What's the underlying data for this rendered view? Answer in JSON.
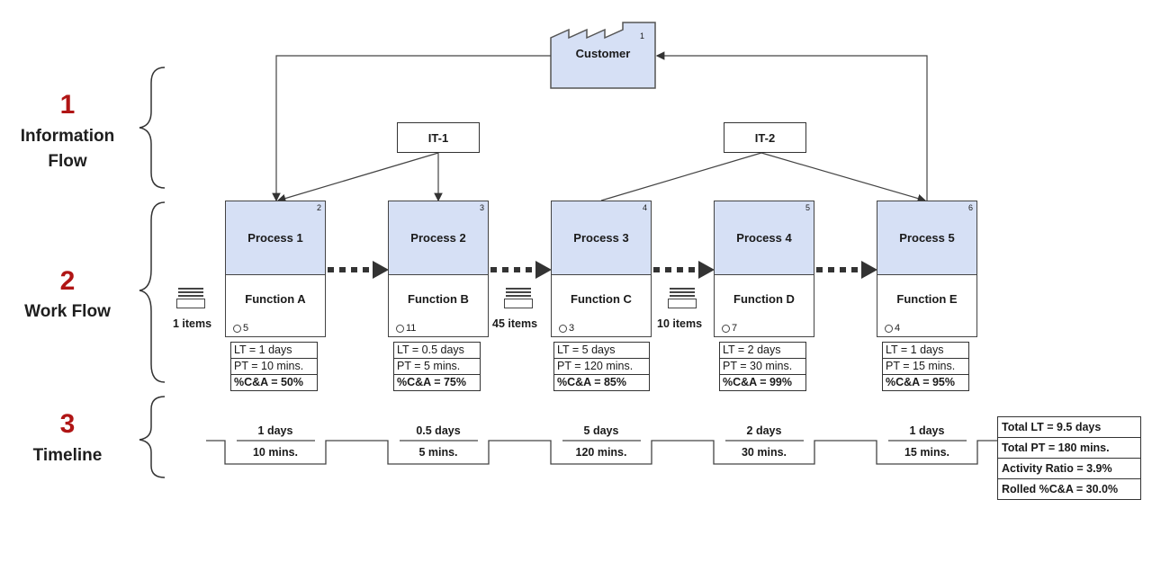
{
  "sections": [
    {
      "number": "1",
      "label_lines": [
        "Information",
        "Flow"
      ]
    },
    {
      "number": "2",
      "label_lines": [
        "Work Flow"
      ]
    },
    {
      "number": "3",
      "label_lines": [
        "Timeline"
      ]
    }
  ],
  "customer": {
    "label": "Customer",
    "number": "1"
  },
  "it_systems": [
    {
      "label": "IT-1"
    },
    {
      "label": "IT-2"
    }
  ],
  "processes": [
    {
      "name": "Process 1",
      "number": "2",
      "function": "Function A",
      "operators": "5",
      "lt": "LT = 1 days",
      "pt": "PT = 10 mins.",
      "ca": "%C&A = 50%",
      "timeline_lt": "1 days",
      "timeline_pt": "10 mins."
    },
    {
      "name": "Process 2",
      "number": "3",
      "function": "Function B",
      "operators": "11",
      "lt": "LT = 0.5 days",
      "pt": "PT = 5 mins.",
      "ca": "%C&A = 75%",
      "timeline_lt": "0.5 days",
      "timeline_pt": "5 mins."
    },
    {
      "name": "Process 3",
      "number": "4",
      "function": "Function C",
      "operators": "3",
      "lt": "LT = 5 days",
      "pt": "PT = 120 mins.",
      "ca": "%C&A = 85%",
      "timeline_lt": "5 days",
      "timeline_pt": "120 mins."
    },
    {
      "name": "Process 4",
      "number": "5",
      "function": "Function D",
      "operators": "7",
      "lt": "LT = 2 days",
      "pt": "PT = 30 mins.",
      "ca": "%C&A = 99%",
      "timeline_lt": "2 days",
      "timeline_pt": "30 mins."
    },
    {
      "name": "Process 5",
      "number": "6",
      "function": "Function E",
      "operators": "4",
      "lt": "LT = 1 days",
      "pt": "PT = 15 mins.",
      "ca": "%C&A = 95%",
      "timeline_lt": "1 days",
      "timeline_pt": "15 mins."
    }
  ],
  "inventories": [
    {
      "label": "1 items"
    },
    {
      "label": "45 items"
    },
    {
      "label": "10 items"
    }
  ],
  "totals": {
    "total_lt": "Total LT = 9.5 days",
    "total_pt": "Total PT = 180 mins.",
    "activity_ratio": "Activity Ratio = 3.9%",
    "rolled_ca": "Rolled %C&A = 30.0%"
  },
  "colors": {
    "section_number": "#b01515",
    "process_header": "#d6e0f5",
    "customer_fill": "#d6e0f5"
  }
}
